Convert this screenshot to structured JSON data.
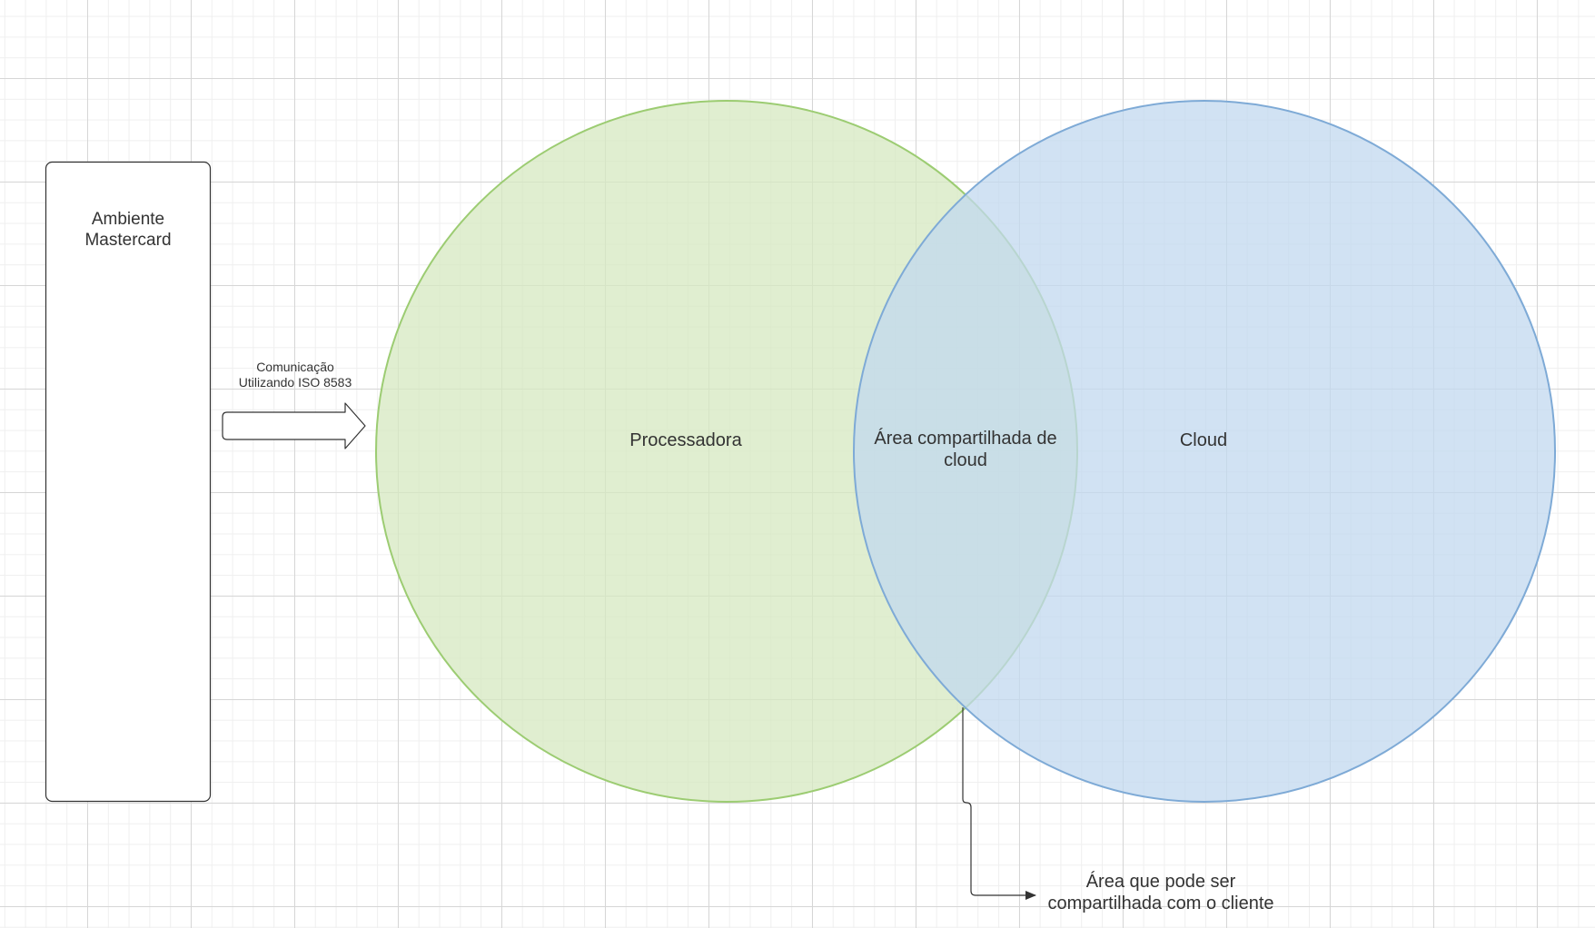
{
  "diagram": {
    "grid": true,
    "colors": {
      "processadora_fill": "#d5e8c0",
      "processadora_stroke": "#9ccc72",
      "cloud_fill": "#c2d8ef",
      "cloud_stroke": "#7eaad6",
      "box_stroke": "#333333",
      "text": "#333333"
    },
    "nodes": {
      "mastercard": {
        "label": "Ambiente\nMastercard"
      },
      "processadora": {
        "label": "Processadora"
      },
      "cloud": {
        "label": "Cloud"
      },
      "shared": {
        "label": "Área compartilhada de\ncloud"
      },
      "client_note": {
        "label": "Área que pode ser\ncompartilhada com o cliente"
      }
    },
    "edges": {
      "communication": {
        "label": "Comunicação\nUtilizando ISO 8583",
        "shape": "block-arrow"
      },
      "client_connector": {
        "shape": "elbow-arrow"
      }
    }
  }
}
